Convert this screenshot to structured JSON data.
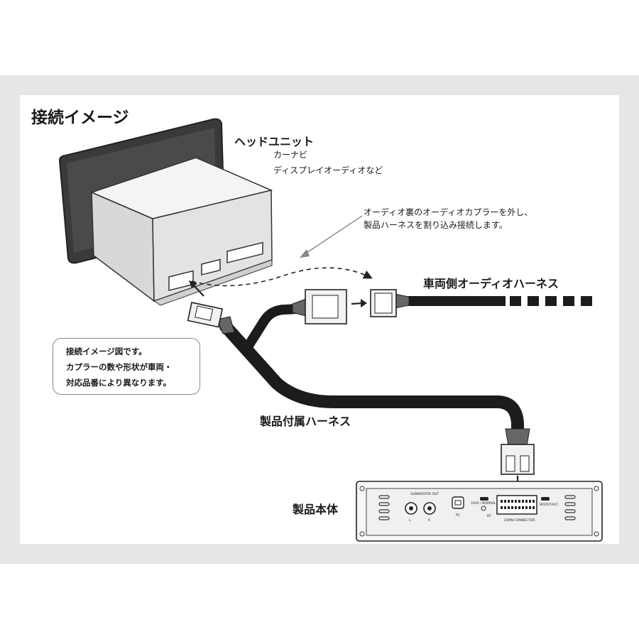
{
  "title": "接続イメージ",
  "head_unit": {
    "title": "ヘッドユニット",
    "subtitle_1": "カーナビ",
    "subtitle_2": "ディスプレイオーディオなど"
  },
  "instruction": {
    "line_1": "オーディオ裏のオーディオカプラーを外し、",
    "line_2": "製品ハーネスを割り込み接続します。"
  },
  "vehicle_harness_label": "車両側オーディオハーネス",
  "product_harness_label": "製品付属ハーネス",
  "product_body_label": "製品本体",
  "note": {
    "line_1": "接続イメージ図です。",
    "line_2": "カプラーの数や形状が車両・",
    "line_3": "対応品番により異なります。"
  },
  "amp_panel": {
    "subwoofer_out": "SUBWOOFER OUT",
    "left": "L",
    "right": "R",
    "pc": "PC",
    "mode": "20V0 / NORMAL",
    "bt": "BT",
    "connector": "20PIN CONNECTOR",
    "remote": "BOOST/ACC"
  },
  "colors": {
    "background": "#ffffff",
    "frame": "#e6e6e6",
    "cable": "#1c1c1c",
    "head_unit_bezel": "#3a3a3a",
    "head_unit_chassis": "#e3e3e3",
    "callout_border": "#8a8a8a"
  }
}
